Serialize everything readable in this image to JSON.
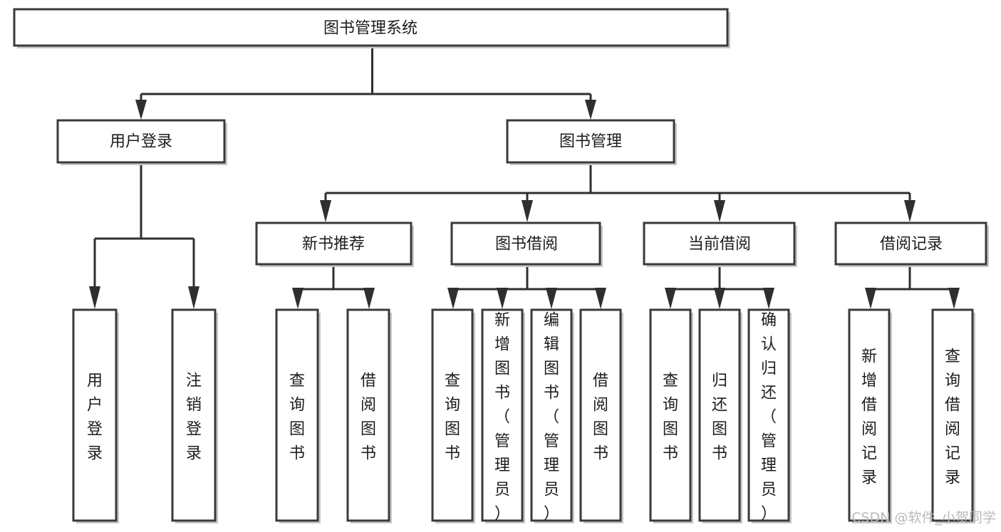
{
  "diagram": {
    "title": "图书管理系统",
    "type": "hierarchy-tree",
    "root": {
      "id": "root",
      "label": "图书管理系统",
      "orientation": "horizontal"
    },
    "level2": [
      {
        "id": "user-login",
        "label": "用户登录",
        "orientation": "horizontal"
      },
      {
        "id": "book-manage",
        "label": "图书管理",
        "orientation": "horizontal"
      }
    ],
    "level3": [
      {
        "id": "new-book-recommend",
        "label": "新书推荐",
        "orientation": "horizontal",
        "parent": "book-manage"
      },
      {
        "id": "book-borrow",
        "label": "图书借阅",
        "orientation": "horizontal",
        "parent": "book-manage"
      },
      {
        "id": "current-borrow",
        "label": "当前借阅",
        "orientation": "horizontal",
        "parent": "book-manage"
      },
      {
        "id": "borrow-record",
        "label": "借阅记录",
        "orientation": "horizontal",
        "parent": "book-manage"
      }
    ],
    "leaves": {
      "user-login": [
        {
          "id": "leaf-user-login",
          "label": "用户登录",
          "orientation": "vertical"
        },
        {
          "id": "leaf-logout-login",
          "label": "注销登录",
          "orientation": "vertical"
        }
      ],
      "new-book-recommend": [
        {
          "id": "leaf-query-book-1",
          "label": "查询图书",
          "orientation": "vertical"
        },
        {
          "id": "leaf-borrow-book-1",
          "label": "借阅图书",
          "orientation": "vertical"
        }
      ],
      "book-borrow": [
        {
          "id": "leaf-query-book-2",
          "label": "查询图书",
          "orientation": "vertical"
        },
        {
          "id": "leaf-add-book-admin",
          "label": "新增图书（管理员）",
          "orientation": "vertical"
        },
        {
          "id": "leaf-edit-book-admin",
          "label": "编辑图书（管理员）",
          "orientation": "vertical"
        },
        {
          "id": "leaf-borrow-book-2",
          "label": "借阅图书",
          "orientation": "vertical"
        }
      ],
      "current-borrow": [
        {
          "id": "leaf-query-book-3",
          "label": "查询图书",
          "orientation": "vertical"
        },
        {
          "id": "leaf-return-book",
          "label": "归还图书",
          "orientation": "vertical"
        },
        {
          "id": "leaf-confirm-return-admin",
          "label": "确认归还（管理员）",
          "orientation": "vertical"
        }
      ],
      "borrow-record": [
        {
          "id": "leaf-add-borrow-record",
          "label": "新增借阅记录",
          "orientation": "vertical"
        },
        {
          "id": "leaf-query-borrow-record",
          "label": "查询借阅记录",
          "orientation": "vertical"
        }
      ]
    }
  },
  "watermark": {
    "text": "CSDN @软件_小贺同学"
  },
  "colors": {
    "box_stroke": "#3a3a3a",
    "line": "#2f2f2f",
    "box_fill": "#ffffff",
    "text": "#1c1c1c",
    "watermark": "#b9b9b9",
    "background": "#ffffff"
  }
}
